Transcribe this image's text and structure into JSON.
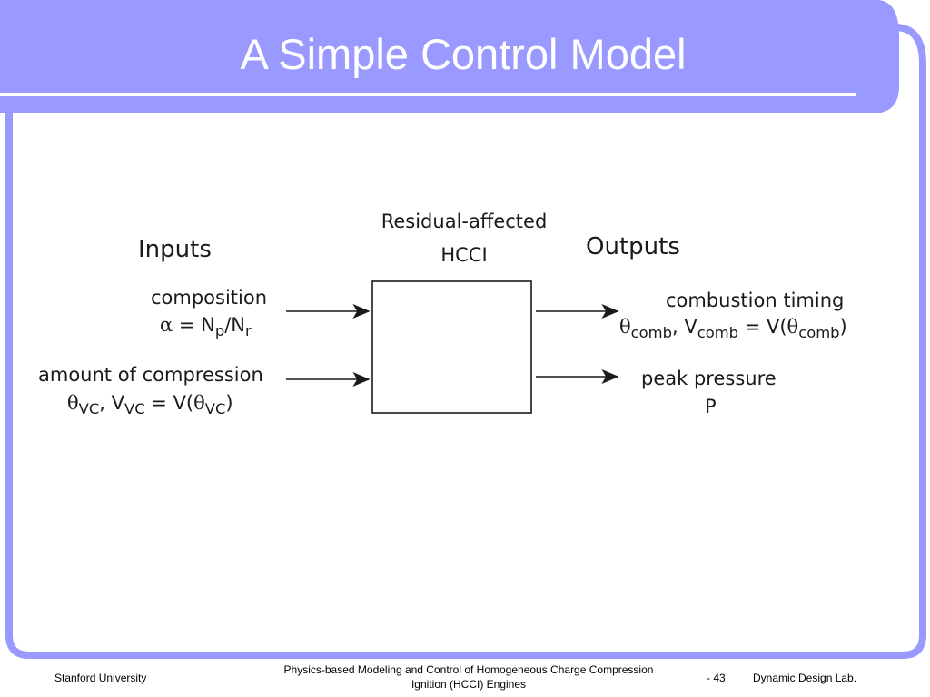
{
  "title": "A Simple Control Model",
  "block": {
    "title_line1": "Residual-affected",
    "title_line2": "HCCI"
  },
  "inputs": {
    "heading": "Inputs",
    "items": [
      {
        "name": "composition",
        "symbol_alpha": "α",
        "symbol_eq": " = N",
        "sub_p": "p",
        "slash": "/N",
        "sub_r": "r"
      },
      {
        "name": "amount of compression",
        "theta": "θ",
        "sub_vc": "VC",
        "mid": ", V",
        "eq": " = V(",
        "close": ")"
      }
    ]
  },
  "outputs": {
    "heading": "Outputs",
    "items": [
      {
        "name": "combustion timing",
        "theta": "θ",
        "sub_comb": "comb",
        "mid": ", V",
        "eq": " = V(",
        "close": ")"
      },
      {
        "name": "peak pressure",
        "symbol": "P"
      }
    ]
  },
  "footer": {
    "left": "Stanford University",
    "center_line1": "Physics-based Modeling and Control of Homogeneous Charge Compression",
    "center_line2": "Ignition (HCCI) Engines",
    "page": "- 43",
    "right": "Dynamic Design Lab."
  },
  "colors": {
    "banner": "#9999ff",
    "frame": "#9999ff",
    "title_underline": "#ffffff",
    "diagram_ink": "#1a1a1a"
  }
}
